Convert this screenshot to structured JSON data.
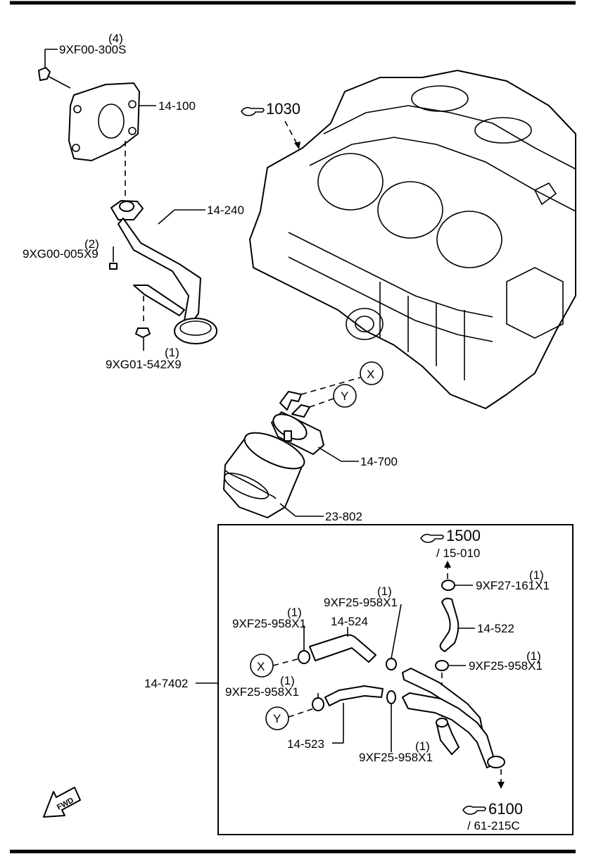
{
  "labels": {
    "bolt_qty": "(4)",
    "bolt_pn": "9XF00-300S",
    "oil_pump": "14-100",
    "engine_ref": "1030",
    "strainer": "14-240",
    "strainer_bolt_qty": "(2)",
    "strainer_bolt_pn": "9XG00-005X9",
    "nut_qty": "(1)",
    "nut_pn": "9XG01-542X9",
    "mark_x": "X",
    "mark_y": "Y",
    "oil_cooler": "14-700",
    "oil_filter": "23-802",
    "ref_1500": "1500",
    "ref_15010": "/ 15-010",
    "clamp_top_qty": "(1)",
    "clamp_top_pn": "9XF27-161X1",
    "hose_522": "14-522",
    "clamp_522_qty": "(1)",
    "clamp_522_pn": "9XF25-958X1",
    "clamp_a_qty": "(1)",
    "clamp_a_pn": "9XF25-958X1",
    "clamp_b_qty": "(1)",
    "clamp_b_pn": "9XF25-958X1",
    "hose_524": "14-524",
    "assembly": "14-7402",
    "clamp_c_qty": "(1)",
    "clamp_c_pn": "9XF25-958X1",
    "hose_523": "14-523",
    "clamp_d_qty": "(1)",
    "clamp_d_pn": "9XF25-958X1",
    "ref_6100": "6100",
    "ref_61215": "/ 61-215C",
    "fwd": "FWD"
  },
  "icons": [
    "reference-hand-icon",
    "fwd-arrow-icon"
  ]
}
